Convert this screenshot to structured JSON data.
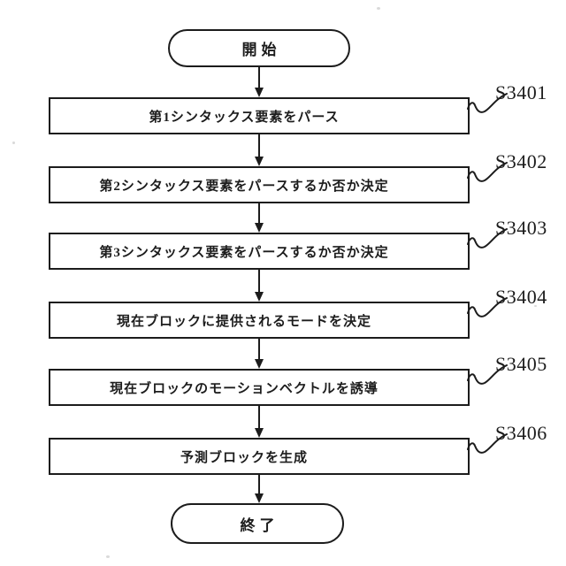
{
  "figure": {
    "type": "flowchart",
    "start": {
      "label": "開始"
    },
    "end": {
      "label": "終了"
    },
    "steps": [
      {
        "id": "S3401",
        "text": "第1シンタックス要素をパース"
      },
      {
        "id": "S3402",
        "text": "第2シンタックス要素をパースするか否か決定"
      },
      {
        "id": "S3403",
        "text": "第3シンタックス要素をパースするか否か決定"
      },
      {
        "id": "S3404",
        "text": "現在ブロックに提供されるモードを決定"
      },
      {
        "id": "S3405",
        "text": "現在ブロックのモーションベクトルを誘導"
      },
      {
        "id": "S3406",
        "text": "予測ブロックを生成"
      }
    ],
    "colors": {
      "line": "#1c1c1c",
      "background": "#ffffff"
    }
  }
}
